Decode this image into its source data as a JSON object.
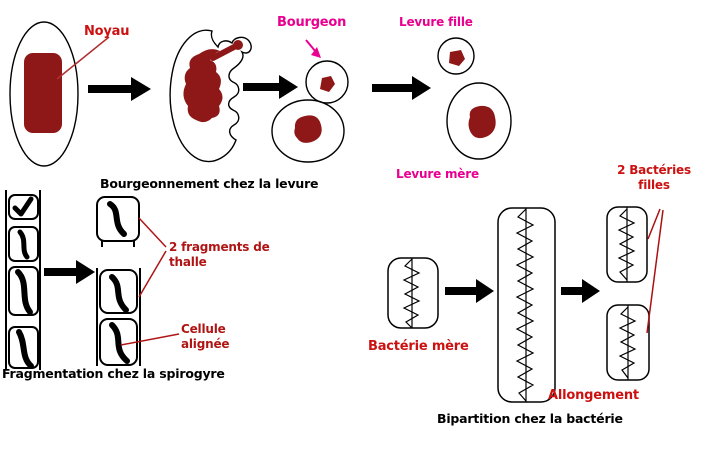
{
  "colors": {
    "outline": "#000000",
    "nucleus_fill": "#8e1717",
    "red_label": "#cc1111",
    "dark_red_label": "#b01515",
    "magenta_label": "#ea0090",
    "caption": "#000000",
    "background": "#ffffff"
  },
  "yeast": {
    "label_noyau": "Noyau",
    "label_bourgeon": "Bourgeon",
    "label_levure_fille": "Levure fille",
    "label_levure_mere": "Levure mère",
    "caption": "Bourgeonnement chez la levure"
  },
  "spirogyra": {
    "label_fragments_line1": "2 fragments de",
    "label_fragments_line2": "thalle",
    "label_cellule_line1": "Cellule",
    "label_cellule_line2": "alignée",
    "caption": "Fragmentation chez la spirogyre"
  },
  "bacteria": {
    "label_filles_line1": "2 Bactéries",
    "label_filles_line2": "filles",
    "label_mere": "Bactérie mère",
    "label_allongement": "Allongement",
    "caption": "Bipartition chez la bactérie"
  }
}
